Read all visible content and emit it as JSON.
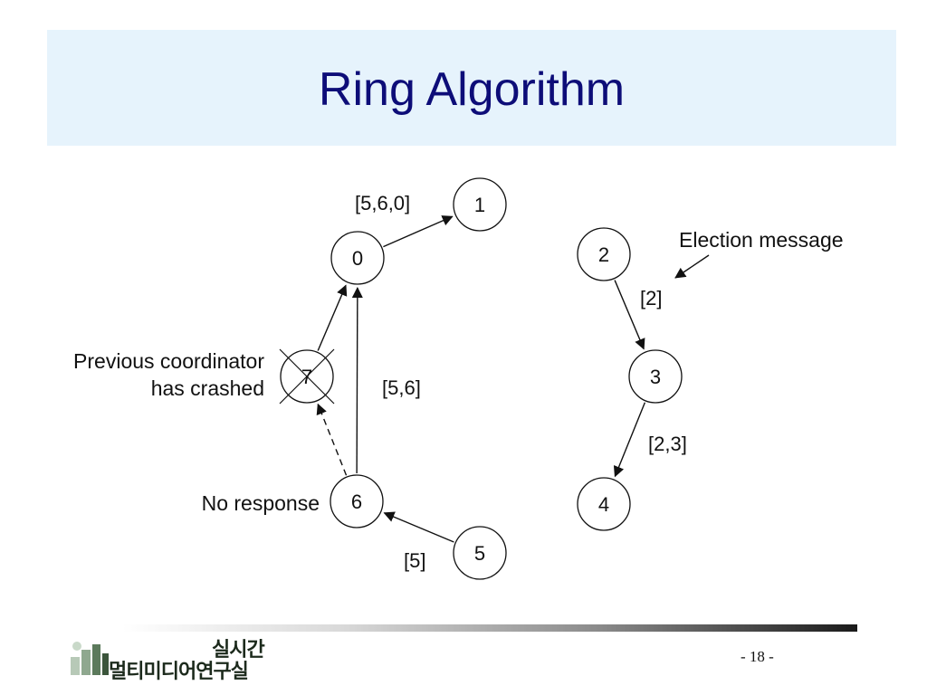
{
  "slide": {
    "title": "Ring Algorithm",
    "page_number": "- 18 -"
  },
  "diagram": {
    "nodes": [
      {
        "id": "0",
        "label": "0",
        "crashed": false
      },
      {
        "id": "1",
        "label": "1",
        "crashed": false
      },
      {
        "id": "2",
        "label": "2",
        "crashed": false
      },
      {
        "id": "3",
        "label": "3",
        "crashed": false
      },
      {
        "id": "4",
        "label": "4",
        "crashed": false
      },
      {
        "id": "5",
        "label": "5",
        "crashed": false
      },
      {
        "id": "6",
        "label": "6",
        "crashed": false
      },
      {
        "id": "7",
        "label": "7",
        "crashed": true
      }
    ],
    "edges": [
      {
        "from": "0",
        "to": "1",
        "label": "[5,6,0]",
        "style": "solid"
      },
      {
        "from": "7",
        "to": "0",
        "label": "",
        "style": "solid"
      },
      {
        "from": "6",
        "to": "0",
        "label": "[5,6]",
        "style": "solid"
      },
      {
        "from": "6",
        "to": "7",
        "label": "",
        "style": "dashed"
      },
      {
        "from": "5",
        "to": "6",
        "label": "[5]",
        "style": "solid"
      },
      {
        "from": "2",
        "to": "3",
        "label": "[2]",
        "style": "solid"
      },
      {
        "from": "3",
        "to": "4",
        "label": "[2,3]",
        "style": "solid"
      }
    ],
    "annotations": {
      "election_message": "Election message",
      "previous_coordinator_line1": "Previous coordinator",
      "previous_coordinator_line2": "has crashed",
      "no_response": "No response"
    }
  },
  "logo": {
    "line1": "실시간",
    "line2": "멀티미디어연구실"
  }
}
